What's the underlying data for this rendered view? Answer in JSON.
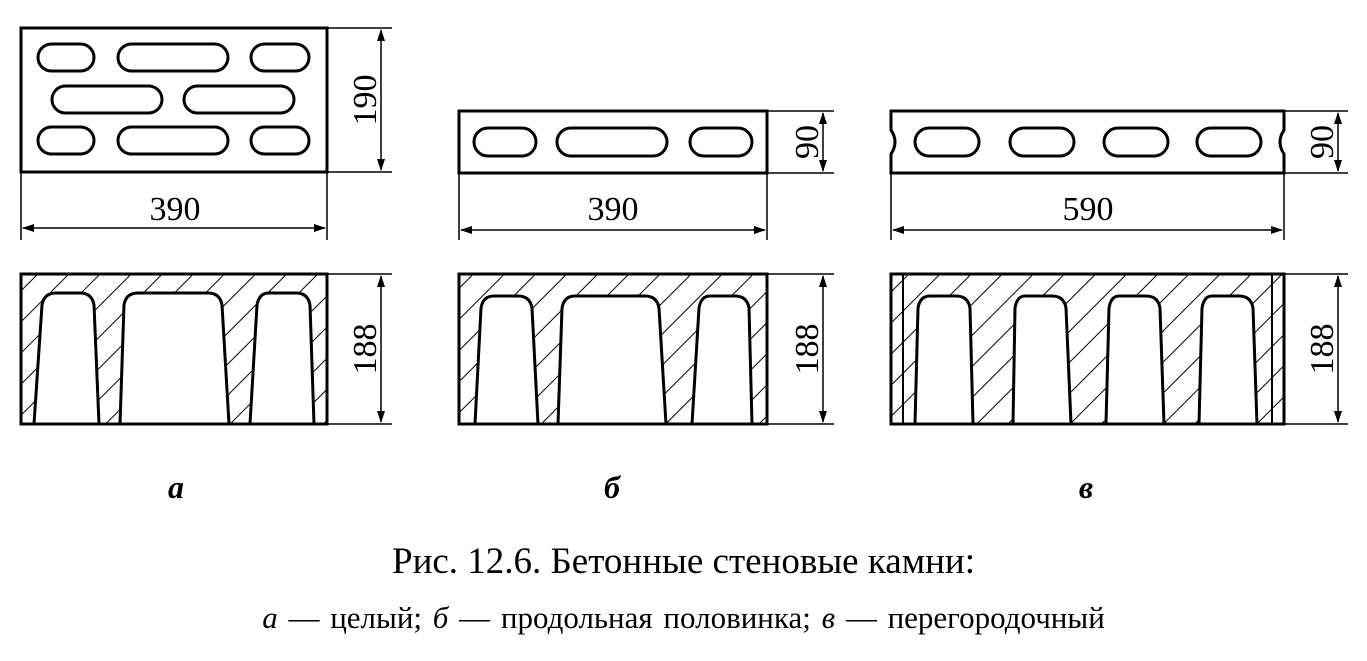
{
  "figure": {
    "caption_title": "Рис. 12.6. Бетонные стеновые камни:",
    "caption_legend": [
      {
        "letter": "а",
        "text": "— целый;"
      },
      {
        "letter": "б",
        "text": "— продольная половинка;"
      },
      {
        "letter": "в",
        "text": "— перегородочный"
      }
    ],
    "blocks": [
      {
        "label": "а",
        "width": "390",
        "height_plan": "190",
        "height_section": "188"
      },
      {
        "label": "б",
        "width": "390",
        "height_plan": "90",
        "height_section": "188"
      },
      {
        "label": "в",
        "width": "590",
        "height_plan": "90",
        "height_section": "188"
      }
    ]
  }
}
